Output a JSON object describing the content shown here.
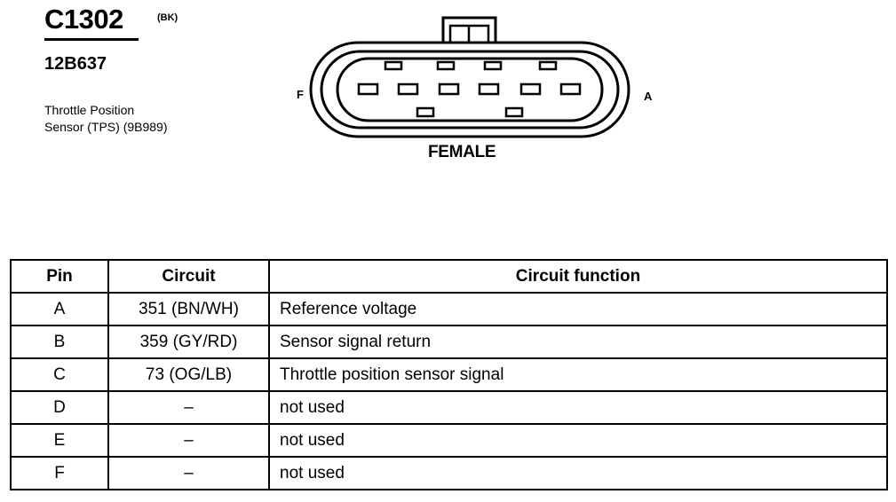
{
  "connector": {
    "code": "C1302",
    "color": "(BK)",
    "part_number": "12B637",
    "description_line1": "Throttle Position",
    "description_line2": "Sensor (TPS) (9B989)",
    "left_label": "F",
    "right_label": "A",
    "gender": "FEMALE"
  },
  "table": {
    "headers": [
      "Pin",
      "Circuit",
      "Circuit function"
    ],
    "rows": [
      {
        "pin": "A",
        "circuit": "351 (BN/WH)",
        "function": "Reference voltage"
      },
      {
        "pin": "B",
        "circuit": "359 (GY/RD)",
        "function": "Sensor signal return"
      },
      {
        "pin": "C",
        "circuit": "73 (OG/LB)",
        "function": "Throttle position sensor signal"
      },
      {
        "pin": "D",
        "circuit": "–",
        "function": "not used"
      },
      {
        "pin": "E",
        "circuit": "–",
        "function": "not used"
      },
      {
        "pin": "F",
        "circuit": "–",
        "function": "not used"
      }
    ]
  }
}
